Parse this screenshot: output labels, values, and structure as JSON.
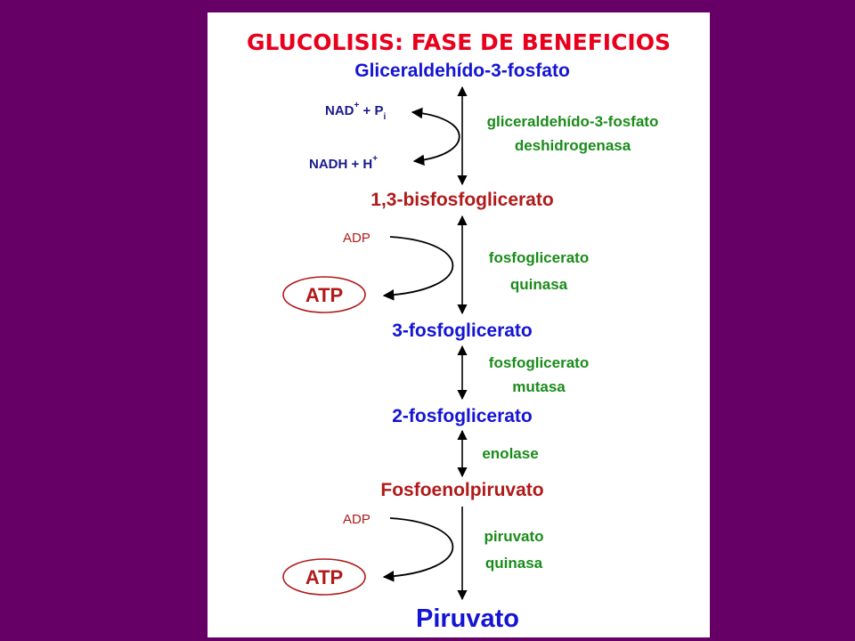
{
  "title": "GLUCOLISIS: FASE DE BENEFICIOS",
  "colors": {
    "background": "#660066",
    "panel": "#ffffff",
    "title": "#e8001c",
    "metabolite_blue": "#1414d4",
    "metabolite_red": "#b01a1a",
    "enzyme_green": "#1a8c1a",
    "cofactor_blue": "#1a1a8c",
    "arrow": "#000000"
  },
  "metabolites": [
    {
      "id": "g3p",
      "label": "Gliceraldehído-3-fosfato"
    },
    {
      "id": "bpg",
      "label": "1,3-bisfosfoglicerato"
    },
    {
      "id": "pg3",
      "label": "3-fosfoglicerato"
    },
    {
      "id": "pg2",
      "label": "2-fosfoglicerato"
    },
    {
      "id": "pep",
      "label": "Fosfoenolpiruvato"
    },
    {
      "id": "pyr",
      "label": "Piruvato"
    }
  ],
  "enzymes": [
    {
      "line1": "gliceraldehído-3-fosfato",
      "line2": "deshidrogenasa"
    },
    {
      "line1": "fosfoglicerato",
      "line2": "quinasa"
    },
    {
      "line1": "fosfoglicerato",
      "line2": "mutasa"
    },
    {
      "line1": "enolase",
      "line2": ""
    },
    {
      "line1": "piruvato",
      "line2": "quinasa"
    }
  ],
  "cofactors": {
    "step1": {
      "input": {
        "base": "NAD",
        "sup": "+",
        "rest": " + P",
        "sub": "i"
      },
      "output": {
        "base": "NADH + H",
        "sup": "+"
      }
    },
    "step2": {
      "input": "ADP",
      "output": "ATP"
    },
    "step5": {
      "input": "ADP",
      "output": "ATP"
    }
  }
}
